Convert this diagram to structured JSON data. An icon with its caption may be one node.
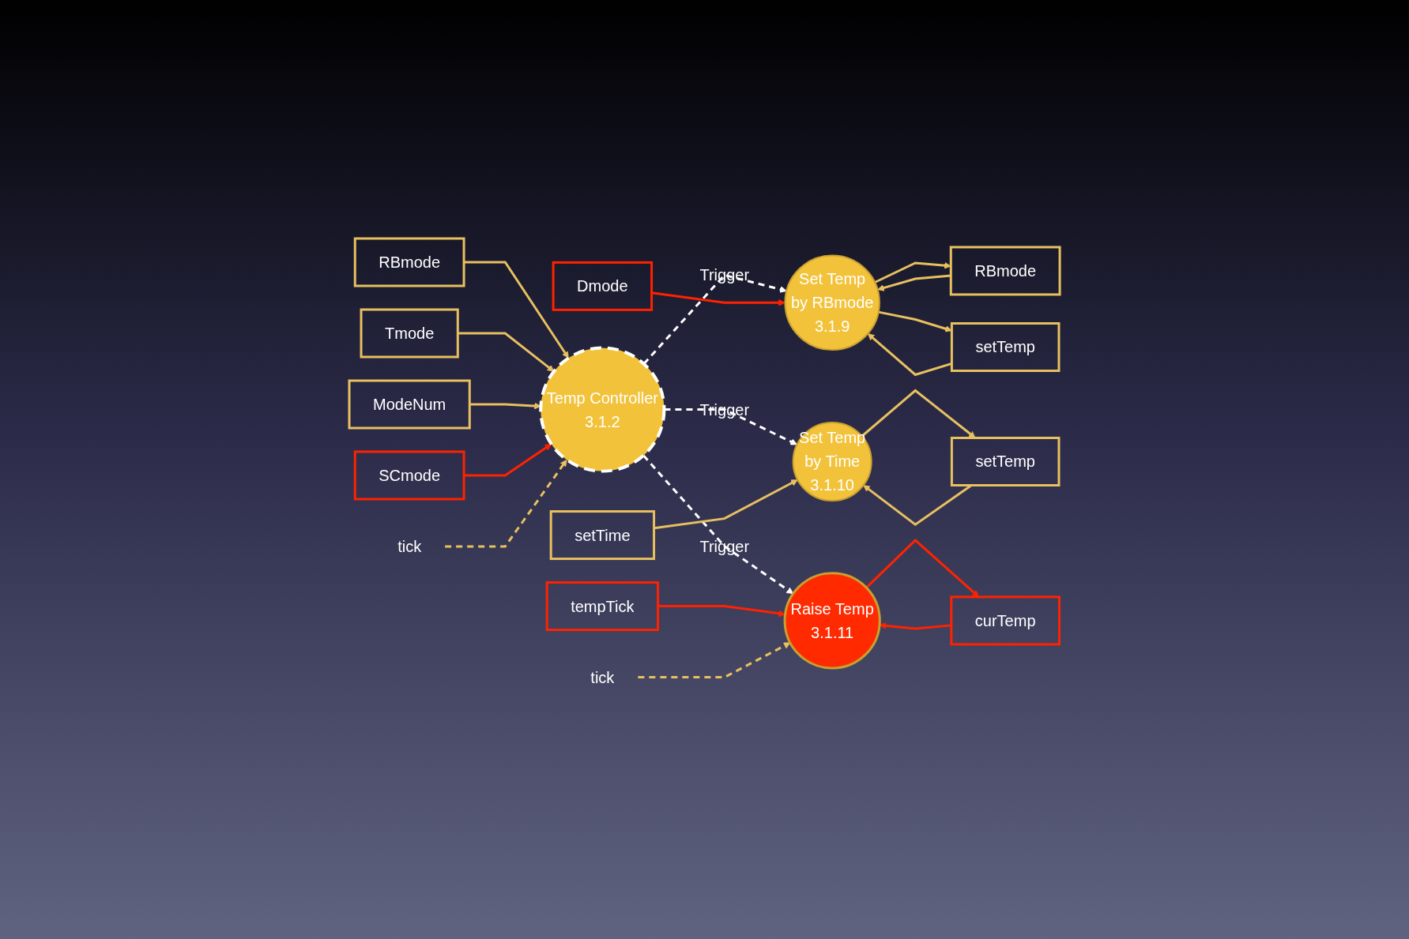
{
  "diagram": {
    "nodes": [
      {
        "text": [
          "Temp Controller",
          "3.1.2"
        ]
      },
      {
        "text": [
          "Set Temp",
          "by RBmode",
          "3.1.9"
        ]
      },
      {
        "text": [
          "Set Temp",
          "by Time",
          "3.1.10"
        ]
      },
      {
        "text": [
          "Raise Temp",
          "3.1.11"
        ]
      },
      {
        "text": [
          "RBmode"
        ]
      },
      {
        "text": [
          "Tmode"
        ]
      },
      {
        "text": [
          "ModeNum"
        ]
      },
      {
        "text": [
          "SCmode"
        ]
      },
      {
        "text": [
          "tick"
        ]
      },
      {
        "text": [
          "RBmode"
        ]
      },
      {
        "text": [
          "Dmode"
        ]
      },
      {
        "text": [
          "setTemp"
        ]
      },
      {
        "text": [
          "setTemp"
        ]
      },
      {
        "text": [
          "setTime"
        ]
      },
      {
        "text": [
          "tempTick"
        ]
      },
      {
        "text": [
          "curTemp"
        ]
      },
      {
        "text": [
          "tick"
        ]
      }
    ],
    "edges": [
      {
        "from": 4,
        "to": 0,
        "arrow": "to"
      },
      {
        "from": 5,
        "to": 0,
        "arrow": "to"
      },
      {
        "from": 6,
        "to": 0,
        "arrow": "to"
      },
      {
        "from": 7,
        "to": 0,
        "arrow": "to",
        "color": "#ff2200"
      },
      {
        "from": 8,
        "to": 0,
        "arrow": "to",
        "style": "dashed"
      },
      {
        "from": 0,
        "to": 1,
        "arrow": "to",
        "label": "Trigger",
        "style": "dashed",
        "color": "#ffffff"
      },
      {
        "from": 0,
        "to": 2,
        "arrow": "to",
        "label": "Trigger",
        "style": "dashed",
        "color": "#ffffff"
      },
      {
        "from": 0,
        "to": 3,
        "arrow": "to",
        "label": "Trigger",
        "style": "dashed",
        "color": "#ffffff"
      },
      {
        "from": 9,
        "to": 1,
        "arrow": "to"
      },
      {
        "from": 1,
        "to": 9,
        "arrow": "to"
      },
      {
        "from": 10,
        "to": 1,
        "arrow": "to",
        "color": "#ff2200"
      },
      {
        "from": 1,
        "to": 11,
        "arrow": "to"
      },
      {
        "from": 11,
        "to": 1,
        "arrow": "to"
      },
      {
        "from": 2,
        "to": 12,
        "arrow": "to"
      },
      {
        "from": 12,
        "to": 2,
        "arrow": "to"
      },
      {
        "from": 13,
        "to": 2,
        "arrow": "to"
      },
      {
        "from": 14,
        "to": 3,
        "arrow": "to",
        "color": "#ff2200"
      },
      {
        "from": 3,
        "to": 15,
        "arrow": "to",
        "color": "#ff2200"
      },
      {
        "from": 15,
        "to": 3,
        "arrow": "to",
        "color": "#ff2200"
      },
      {
        "from": 16,
        "to": 3,
        "arrow": "to",
        "style": "dashed"
      }
    ]
  }
}
